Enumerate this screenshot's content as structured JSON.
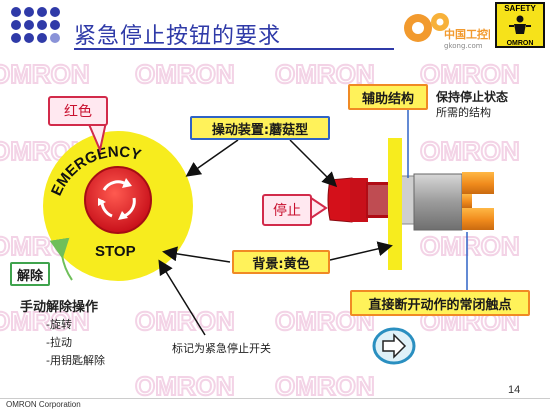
{
  "slide": {
    "title": "紧急停止按钮的要求",
    "page_number": "14",
    "footer": "OMRON Corporation",
    "watermark_brand": "OMRON",
    "safety_badge_text_top": "SAFETY",
    "safety_badge_text_bottom": "OMRON",
    "site_logo_text": "中国工控网",
    "site_logo_url": "gkong.com"
  },
  "labels": {
    "red_color": "红色",
    "operator": "操动装置:蘑菇型",
    "auxiliary": "辅助结构",
    "keep_stop_title": "保持停止状态",
    "keep_stop_sub": "所需的结构",
    "stop": "停止",
    "background": "背景:黄色",
    "nc_contact": "直接断开动作的常闭触点",
    "release": "解除",
    "manual_release_title": "手动解除操作",
    "release_methods": [
      "-旋转",
      "-拉动",
      "-用钥匙解除"
    ],
    "marked_as": "标记为紧急停止开关",
    "button_text_top": "EMERGENCY",
    "button_text_bottom": "STOP"
  },
  "colors": {
    "title_blue": "#2f3aa8",
    "title_rule": "#2f3aa8",
    "emergency_yellow": "#f7ec1e",
    "button_red": "#e01f26",
    "callout_red_border": "#d22a4a",
    "label_yellow_fill": "#fff25a",
    "label_border_blue": "#2f63c6",
    "label_border_orange": "#f08a24",
    "release_green": "#3fa34d",
    "watermark_pink": "#f3d3e6"
  },
  "icons": {
    "arrow_button": "right-arrow-button-icon"
  }
}
